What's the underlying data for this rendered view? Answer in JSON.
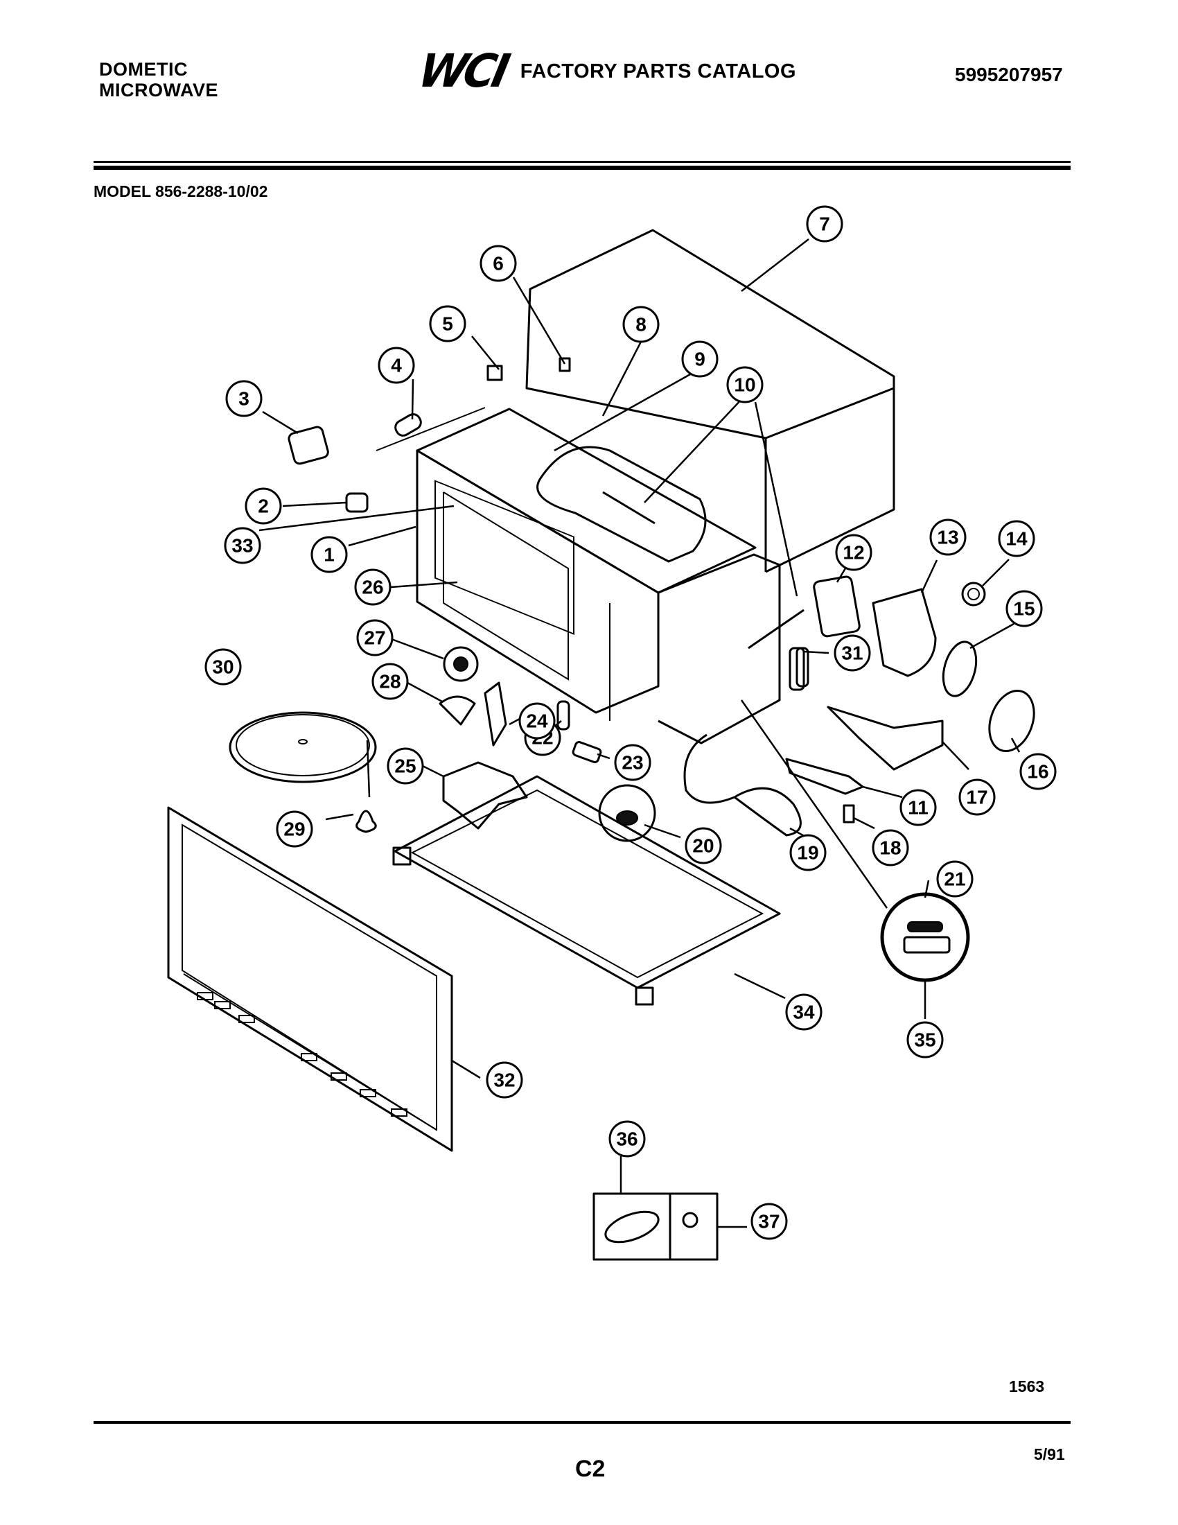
{
  "header": {
    "brand_line1": "DOMETIC",
    "brand_line2": "MICROWAVE",
    "logo_text": "WCI",
    "catalog_title": "FACTORY PARTS CATALOG",
    "catalog_number": "5995207957"
  },
  "model_label": "MODEL 856-2288-10/02",
  "callouts": [
    "1",
    "2",
    "3",
    "4",
    "5",
    "6",
    "7",
    "8",
    "9",
    "10",
    "11",
    "12",
    "13",
    "14",
    "15",
    "16",
    "17",
    "18",
    "19",
    "20",
    "21",
    "22",
    "23",
    "24",
    "25",
    "26",
    "27",
    "28",
    "29",
    "30",
    "31",
    "32",
    "33",
    "34",
    "35",
    "36",
    "37"
  ],
  "footer": {
    "page_code": "1563",
    "page_number": "C2",
    "date": "5/91"
  }
}
